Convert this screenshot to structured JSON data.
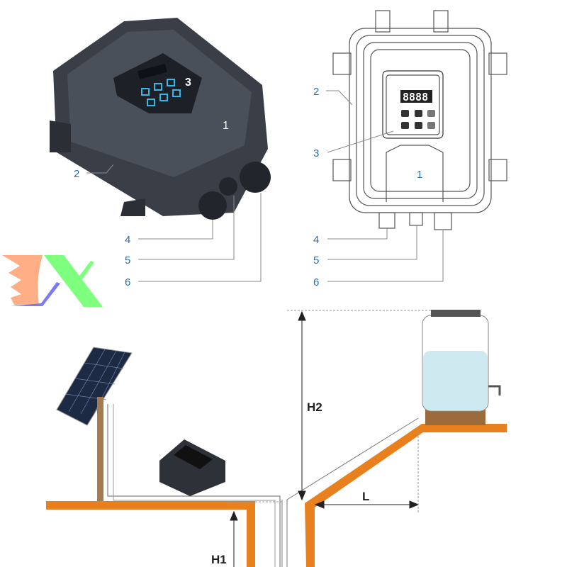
{
  "left_device": {
    "labels": {
      "body": "1",
      "bracket": "2",
      "panel": "3",
      "gland_small": "4",
      "gland_mid": "5",
      "gland_large": "6"
    }
  },
  "right_device": {
    "display": "8888",
    "labels": {
      "bracket": "2",
      "panel": "3",
      "body": "1",
      "gland_small": "4",
      "gland_mid": "5",
      "gland_large": "6"
    }
  },
  "installation": {
    "dimensions": {
      "head_height": "H2",
      "horizontal_distance": "L",
      "well_depth": "H1"
    }
  },
  "colors": {
    "ground": "#e8801e",
    "device": "#3a3f47",
    "label": "#2f6fa8",
    "water": "#cfe9f1",
    "tank_base": "#9c6b3c"
  }
}
